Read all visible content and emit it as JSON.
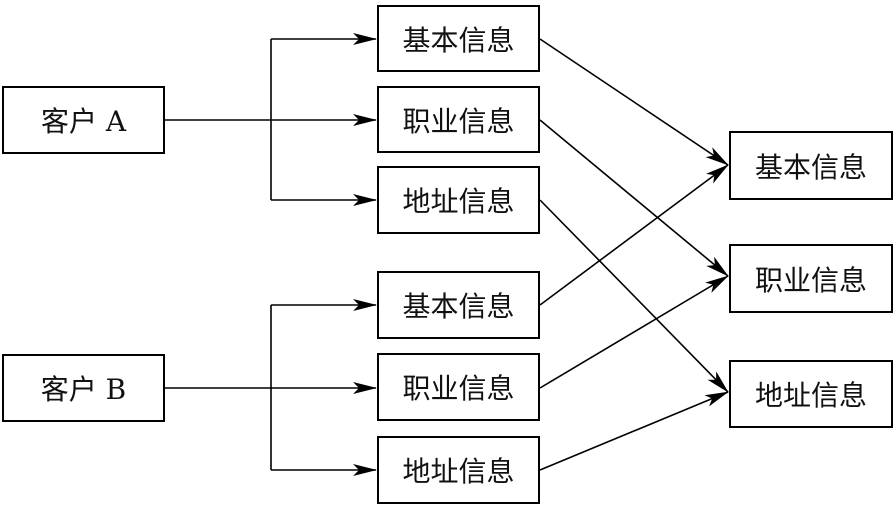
{
  "customers": [
    {
      "label": "客户 A"
    },
    {
      "label": "客户 B"
    }
  ],
  "group_a": [
    {
      "label": "基本信息"
    },
    {
      "label": "职业信息"
    },
    {
      "label": "地址信息"
    }
  ],
  "group_b": [
    {
      "label": "基本信息"
    },
    {
      "label": "职业信息"
    },
    {
      "label": "地址信息"
    }
  ],
  "targets": [
    {
      "label": "基本信息"
    },
    {
      "label": "职业信息"
    },
    {
      "label": "地址信息"
    }
  ],
  "connections": [
    {
      "from": "客户 A",
      "to": "group_a.基本信息"
    },
    {
      "from": "客户 A",
      "to": "group_a.职业信息"
    },
    {
      "from": "客户 A",
      "to": "group_a.地址信息"
    },
    {
      "from": "客户 B",
      "to": "group_b.基本信息"
    },
    {
      "from": "客户 B",
      "to": "group_b.职业信息"
    },
    {
      "from": "客户 B",
      "to": "group_b.地址信息"
    },
    {
      "from": "group_a.基本信息",
      "to": "targets.基本信息"
    },
    {
      "from": "group_a.职业信息",
      "to": "targets.职业信息"
    },
    {
      "from": "group_a.地址信息",
      "to": "targets.地址信息"
    },
    {
      "from": "group_b.基本信息",
      "to": "targets.基本信息"
    },
    {
      "from": "group_b.职业信息",
      "to": "targets.职业信息"
    },
    {
      "from": "group_b.地址信息",
      "to": "targets.地址信息"
    }
  ],
  "colors": {
    "line": "#000000",
    "box_border": "#000000",
    "background": "#ffffff"
  }
}
